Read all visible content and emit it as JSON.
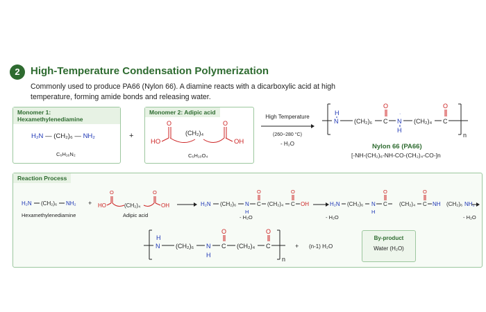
{
  "section": {
    "number": "2",
    "title": "High-Temperature Condensation Polymerization",
    "description": "Commonly used to produce PA66 (Nylon 66). A diamine reacts with a dicarboxylic acid at high temperature, forming amide bonds and releasing water."
  },
  "monomer1": {
    "tag": "Monomer 1: Hexamethylenediamine",
    "left_group": "H₂N",
    "chain": "(CH₂)₆",
    "right_group": "NH₂",
    "formula": "C₆H₁₆N₂"
  },
  "plus": "+",
  "monomer2": {
    "tag": "Monomer 2: Adipic acid",
    "left_group": "HO",
    "chain": "(CH₂)₄",
    "right_group": "OH",
    "carbonyl_o": "O",
    "formula": "C₆H₁₀O₄"
  },
  "conditions": {
    "line1": "High Temperature",
    "line2": "(260~280 °C)",
    "line3": "- H₂O"
  },
  "product": {
    "h": "H",
    "n": "N",
    "ch2_6": "(CH₂)₆",
    "c": "C",
    "o": "O",
    "ch2_4": "(CH₂)₄",
    "subscript_n": "n",
    "name": "Nylon 66 (PA66)",
    "repeat_formula": "[-NH-(CH₂)₆-NH-CO-(CH₂)₄-CO-]n"
  },
  "reaction_process": {
    "tag": "Reaction Process",
    "diamine": {
      "left": "H₂N",
      "chain": "(CH₂)₆",
      "right": "NH₂",
      "label": "Hexamethylenediamine"
    },
    "acid": {
      "left": "HO",
      "chain": "(CH₂)₄",
      "right": "OH",
      "o": "O",
      "label": "Adipic acid"
    },
    "plus": "+",
    "water_loss": "- H₂O",
    "step2": {
      "h2n": "H₂N",
      "ch2_6": "(CH₂)₆",
      "n": "N",
      "h": "H",
      "c": "C",
      "o": "O",
      "ch2_4": "(CH₂)₄",
      "oh": "OH"
    },
    "step3": {
      "h2n": "H₂N",
      "ch2_6": "(CH₂)₆",
      "n": "N",
      "h": "H",
      "c": "C",
      "o": "O",
      "ch2_4": "(CH₂)₄",
      "nh": "NH",
      "nh2": "NH₂"
    },
    "final": {
      "h": "H",
      "n": "N",
      "ch2_6": "(CH₂)₆",
      "c": "C",
      "o": "O",
      "ch2_4": "(CH₂)₄",
      "subscript_n": "n"
    },
    "water_release": "(n-1) H₂O",
    "byproduct_tag": "By-product",
    "byproduct_value": "Water (H₂O)"
  }
}
